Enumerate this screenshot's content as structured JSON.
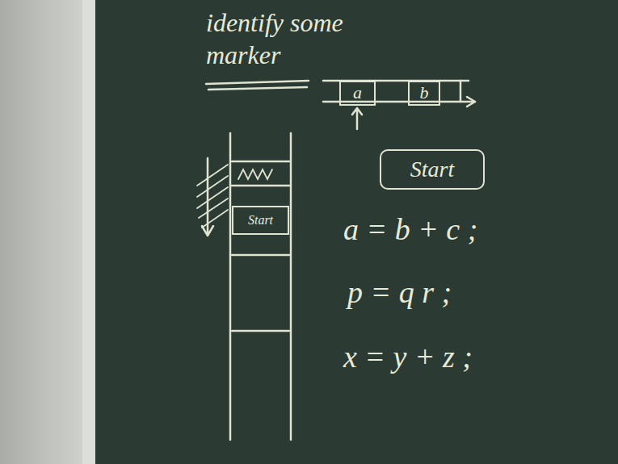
{
  "diagram": {
    "title": "identify some marker",
    "nodes": [
      {
        "text": [
          "a"
        ]
      },
      {
        "text": [
          "b"
        ]
      },
      {
        "text": [
          "Start"
        ]
      },
      {
        "text": [
          "Start"
        ]
      }
    ],
    "labels": [
      "a = b + c ;",
      "p = q r ;",
      "x = y + z ;"
    ]
  }
}
